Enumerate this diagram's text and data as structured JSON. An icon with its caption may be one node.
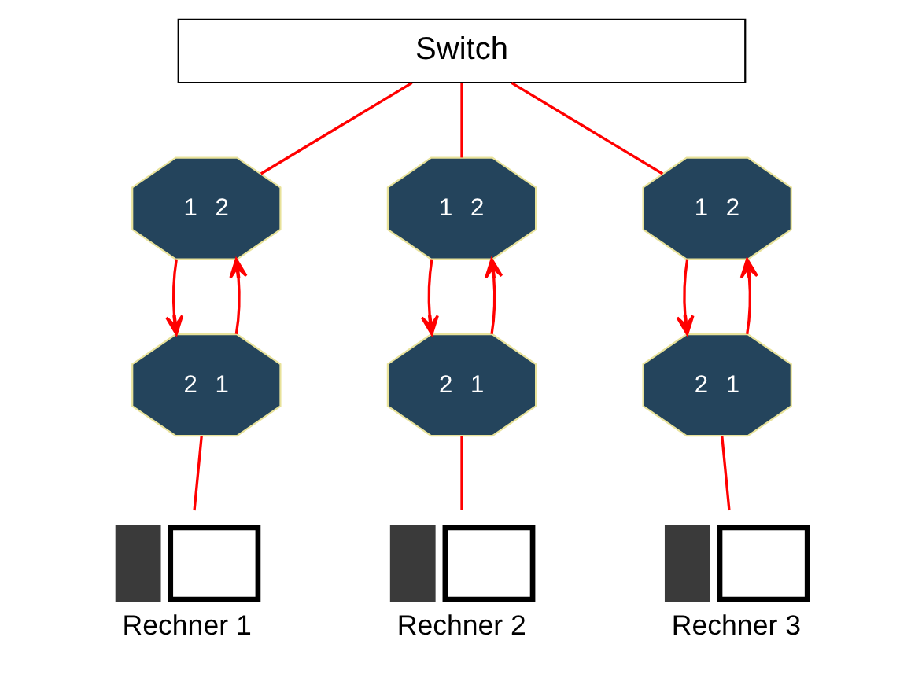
{
  "diagram": {
    "nodes": [
      {
        "text": [
          "Switch"
        ]
      },
      {
        "text": [
          "1",
          "2"
        ]
      },
      {
        "text": [
          "1",
          "2"
        ]
      },
      {
        "text": [
          "1",
          "2"
        ]
      },
      {
        "text": [
          "2",
          "1"
        ]
      },
      {
        "text": [
          "2",
          "1"
        ]
      },
      {
        "text": [
          "2",
          "1"
        ]
      },
      {
        "text": [],
        "shape": "computer",
        "beside": [
          "Rechner 1"
        ]
      },
      {
        "text": [],
        "shape": "computer",
        "beside": [
          "Rechner 2"
        ]
      },
      {
        "text": [],
        "shape": "computer",
        "beside": [
          "Rechner 3"
        ]
      }
    ],
    "edges": [
      {
        "from": 0,
        "to": 1,
        "arrow": "none"
      },
      {
        "from": 0,
        "to": 2,
        "arrow": "none"
      },
      {
        "from": 0,
        "to": 3,
        "arrow": "none"
      },
      {
        "from": 1,
        "to": 4,
        "arrow": "to"
      },
      {
        "from": 4,
        "to": 1,
        "arrow": "to"
      },
      {
        "from": 2,
        "to": 5,
        "arrow": "to"
      },
      {
        "from": 5,
        "to": 2,
        "arrow": "to"
      },
      {
        "from": 3,
        "to": 6,
        "arrow": "to"
      },
      {
        "from": 6,
        "to": 3,
        "arrow": "to"
      },
      {
        "from": 4,
        "to": 7,
        "arrow": "none"
      },
      {
        "from": 5,
        "to": 8,
        "arrow": "none"
      },
      {
        "from": 6,
        "to": 9,
        "arrow": "none"
      }
    ]
  }
}
